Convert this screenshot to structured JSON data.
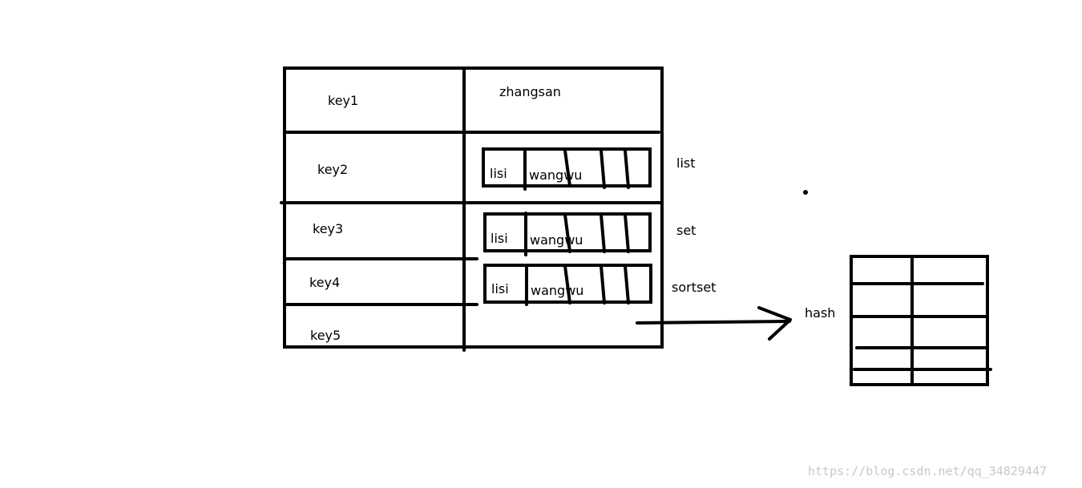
{
  "keys": [
    "key1",
    "key2",
    "key3",
    "key4",
    "key5"
  ],
  "string_value": "zhangsan",
  "collection_items": {
    "first": "lisi",
    "second": "wangwu"
  },
  "type_labels": {
    "list": "list",
    "set": "set",
    "sortset": "sortset",
    "hash": "hash"
  },
  "watermark": "https://blog.csdn.net/qq_34829447",
  "colors": {
    "stroke": "#000000",
    "background": "#ffffff",
    "watermark": "#c8c8c8"
  }
}
